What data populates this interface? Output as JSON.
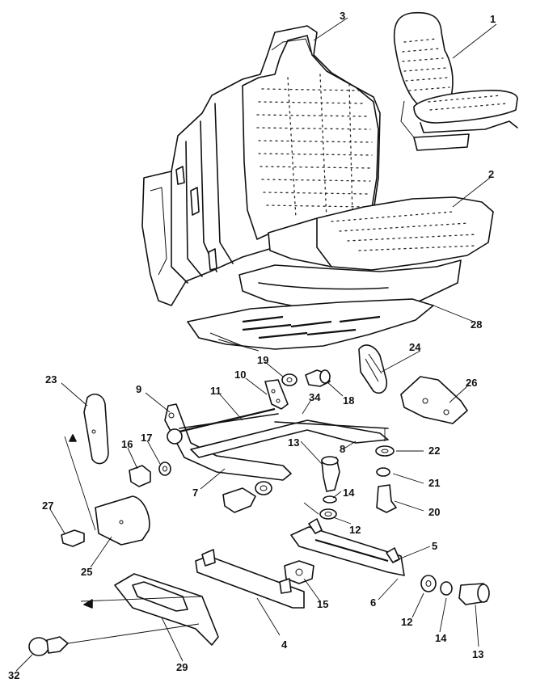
{
  "colors": {
    "ink": "#111111",
    "paper": "#ffffff"
  },
  "callouts": [
    {
      "id": "c1",
      "text": "1"
    },
    {
      "id": "c2",
      "text": "2"
    },
    {
      "id": "c3",
      "text": "3"
    },
    {
      "id": "c4",
      "text": "4"
    },
    {
      "id": "c5",
      "text": "5"
    },
    {
      "id": "c6",
      "text": "6"
    },
    {
      "id": "c7",
      "text": "7"
    },
    {
      "id": "c8",
      "text": "8"
    },
    {
      "id": "c9",
      "text": "9"
    },
    {
      "id": "c10",
      "text": "10"
    },
    {
      "id": "c11",
      "text": "11"
    },
    {
      "id": "c12a",
      "text": "12"
    },
    {
      "id": "c12b",
      "text": "12"
    },
    {
      "id": "c13a",
      "text": "13"
    },
    {
      "id": "c13b",
      "text": "13"
    },
    {
      "id": "c14a",
      "text": "14"
    },
    {
      "id": "c14b",
      "text": "14"
    },
    {
      "id": "c15",
      "text": "15"
    },
    {
      "id": "c16",
      "text": "16"
    },
    {
      "id": "c17",
      "text": "17"
    },
    {
      "id": "c18",
      "text": "18"
    },
    {
      "id": "c19",
      "text": "19"
    },
    {
      "id": "c20",
      "text": "20"
    },
    {
      "id": "c21",
      "text": "21"
    },
    {
      "id": "c22",
      "text": "22"
    },
    {
      "id": "c23",
      "text": "23"
    },
    {
      "id": "c24",
      "text": "24"
    },
    {
      "id": "c25",
      "text": "25"
    },
    {
      "id": "c26",
      "text": "26"
    },
    {
      "id": "c27",
      "text": "27"
    },
    {
      "id": "c28",
      "text": "28"
    },
    {
      "id": "c29",
      "text": "29"
    },
    {
      "id": "c32",
      "text": "32"
    },
    {
      "id": "c34",
      "text": "34"
    }
  ]
}
